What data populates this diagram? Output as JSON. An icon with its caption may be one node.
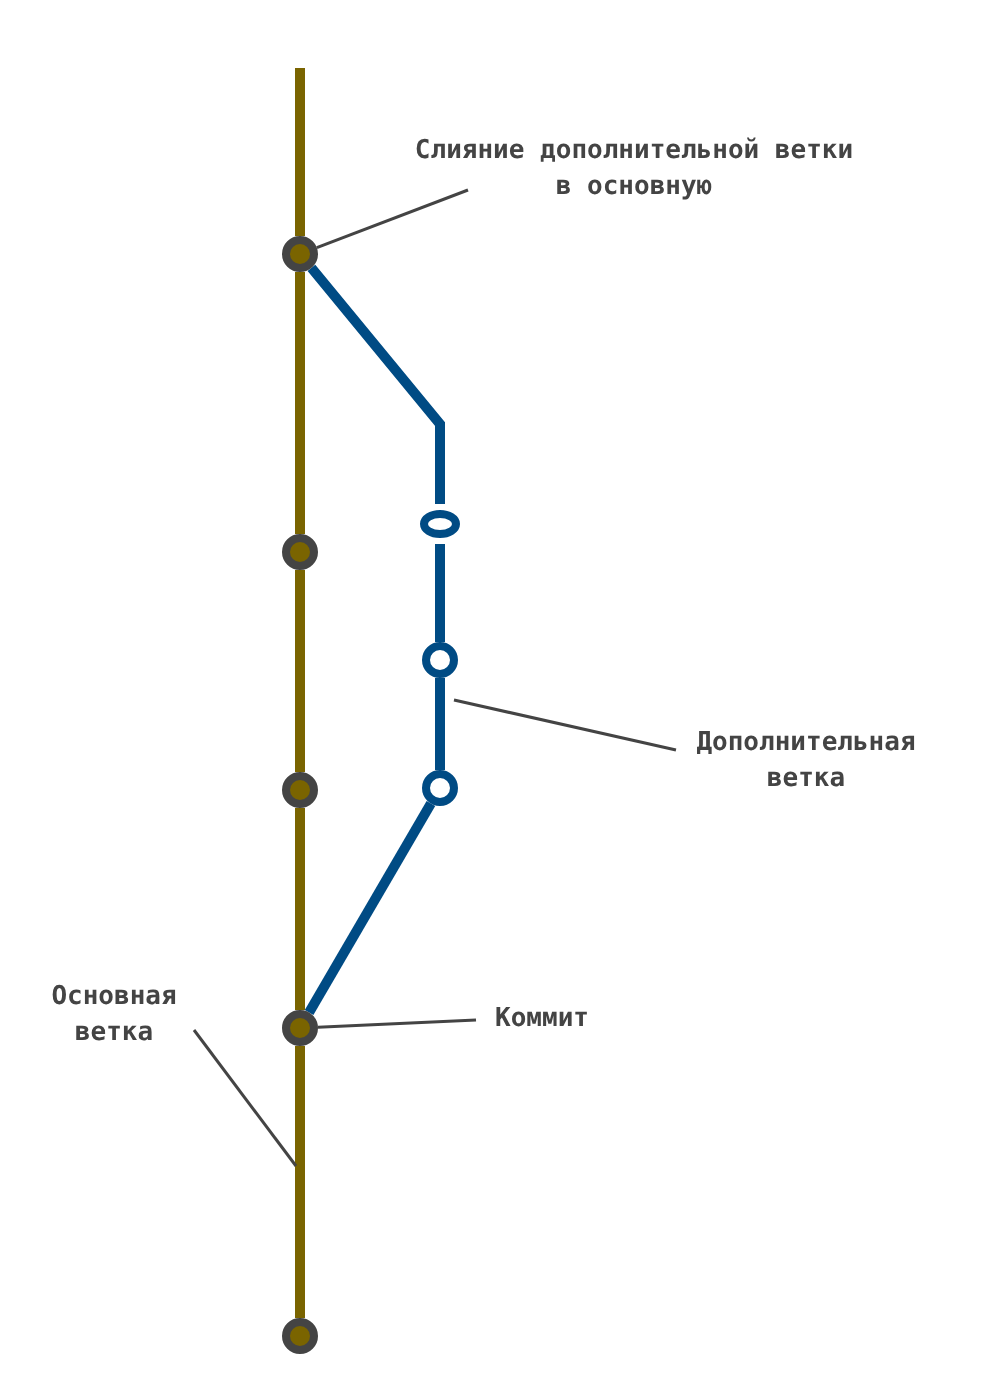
{
  "diagram": {
    "nodes": [
      {
        "text": [
          "Слияние дополнительной ветки в основную"
        ]
      },
      {
        "text": [],
        "shape": "circle"
      },
      {
        "text": [],
        "shape": "circle"
      },
      {
        "text": [],
        "shape": "circle"
      },
      {
        "text": [],
        "shape": "circle"
      },
      {
        "text": [
          "Дополнительная ветка"
        ]
      },
      {
        "text": [],
        "shape": "circle"
      },
      {
        "text": [],
        "shape": "circle"
      },
      {
        "text": [
          "Основная ветка"
        ]
      },
      {
        "text": [
          "Коммит"
        ]
      },
      {
        "text": [],
        "shape": "circle"
      },
      {
        "text": [],
        "shape": "circle"
      }
    ],
    "edges": [
      {
        "from": null,
        "to": 1,
        "arrow": "none",
        "color": "#7a6400"
      },
      {
        "from": 1,
        "to": 3,
        "arrow": "none",
        "color": "#7a6400"
      },
      {
        "from": 3,
        "to": 7,
        "arrow": "none",
        "color": "#7a6400"
      },
      {
        "from": 7,
        "to": 10,
        "arrow": "none",
        "color": "#7a6400"
      },
      {
        "from": 10,
        "to": 11,
        "arrow": "none",
        "color": "#7a6400"
      },
      {
        "from": 10,
        "to": 6,
        "arrow": "none",
        "color": "#004b84"
      },
      {
        "from": 6,
        "to": 4,
        "arrow": "none",
        "color": "#004b84"
      },
      {
        "from": 4,
        "to": 2,
        "arrow": "none",
        "color": "#004b84"
      },
      {
        "from": 2,
        "to": 1,
        "arrow": "none",
        "color": "#004b84"
      },
      {
        "from": 0,
        "to": 1,
        "arrow": "none"
      },
      {
        "from": 5,
        "to": null,
        "arrow": "none"
      },
      {
        "from": 8,
        "to": null,
        "arrow": "none"
      },
      {
        "from": 9,
        "to": 10,
        "arrow": "none"
      }
    ]
  }
}
